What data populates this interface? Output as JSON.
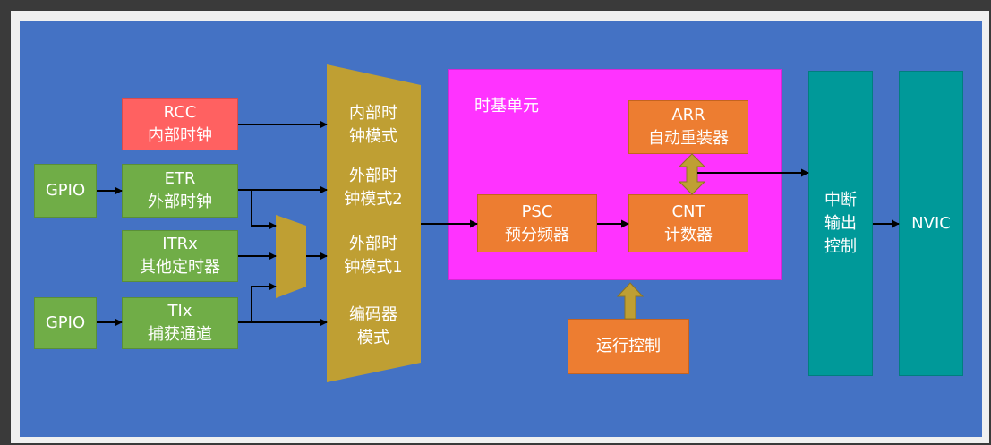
{
  "diagram": {
    "rcc": {
      "line1": "RCC",
      "line2": "内部时钟"
    },
    "gpio_etr": {
      "label": "GPIO"
    },
    "etr": {
      "line1": "ETR",
      "line2": "外部时钟"
    },
    "itrx": {
      "line1": "ITRx",
      "line2": "其他定时器"
    },
    "gpio_tix": {
      "label": "GPIO"
    },
    "tix": {
      "line1": "TIx",
      "line2": "捕获通道"
    },
    "clock_mode_select": {
      "internal": [
        "内部时",
        "钟模式"
      ],
      "external2": [
        "外部时",
        "钟模式2"
      ],
      "external1": [
        "外部时",
        "钟模式1"
      ],
      "encoder": [
        "编码器",
        "模式"
      ]
    },
    "time_base": {
      "title": "时基单元",
      "arr": {
        "line1": "ARR",
        "line2": "自动重装器"
      },
      "psc": {
        "line1": "PSC",
        "line2": "预分频器"
      },
      "cnt": {
        "line1": "CNT",
        "line2": "计数器"
      }
    },
    "run_control": {
      "label": "运行控制"
    },
    "interrupt_output": {
      "lines": [
        "中断",
        "输出",
        "控制"
      ]
    },
    "nvic": {
      "label": "NVIC"
    }
  },
  "colors": {
    "frame": "#f0f0f0",
    "canvas": "#4472C4",
    "clock_internal": "#FF6161",
    "source_green": "#70AD47",
    "selector_gold": "#BF9F33",
    "time_base": "#FF33FF",
    "unit_orange": "#ED7D31",
    "output_teal": "#009999",
    "text": "#FFFFFF",
    "arrow": "#000000"
  }
}
